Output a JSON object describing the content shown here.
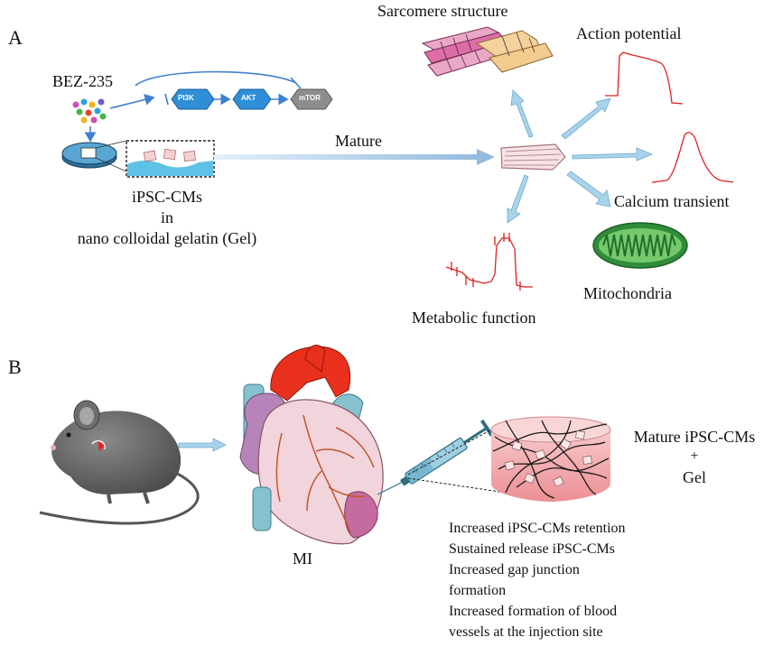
{
  "panel_a": {
    "letter": "A",
    "drug": "BEZ-235",
    "pathway": [
      "PI3K",
      "AKT",
      "mTOR"
    ],
    "cells_label": [
      "iPSC-CMs",
      "in",
      "nano colloidal gelatin (Gel)"
    ],
    "arrow_label": "Mature",
    "outcomes": {
      "sarcomere": "Sarcomere structure",
      "action_potential": "Action potential",
      "calcium": "Calcium transient",
      "mitochondria": "Mitochondria",
      "metabolic": "Metabolic function"
    }
  },
  "panel_b": {
    "letter": "B",
    "mi_label": "MI",
    "injection_label": [
      "Mature iPSC-CMs",
      "+",
      "Gel"
    ],
    "effects": [
      "Increased iPSC-CMs retention",
      "Sustained release iPSC-CMs",
      "Increased gap junction",
      "formation",
      "Increased formation of blood",
      "vessels at the injection site"
    ]
  },
  "colors": {
    "arrow_light_blue": "#9fcde6",
    "pathway_blue": "#2e8fd6",
    "trace_red": "#e02020",
    "heart_red": "#e8301c",
    "mito_green": "#3fae49",
    "gel_pink": "#f0a8ab"
  }
}
